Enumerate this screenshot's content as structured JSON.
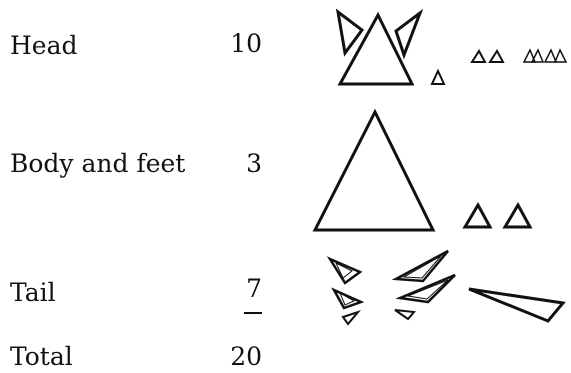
{
  "rows": [
    {
      "label": "Head",
      "count": "10"
    },
    {
      "label": "Body and feet",
      "count": "3"
    },
    {
      "label": "Tail",
      "count": "7"
    },
    {
      "label": "Total",
      "count": "20"
    }
  ],
  "colors": {
    "ink": "#111111",
    "background": "#ffffff"
  }
}
